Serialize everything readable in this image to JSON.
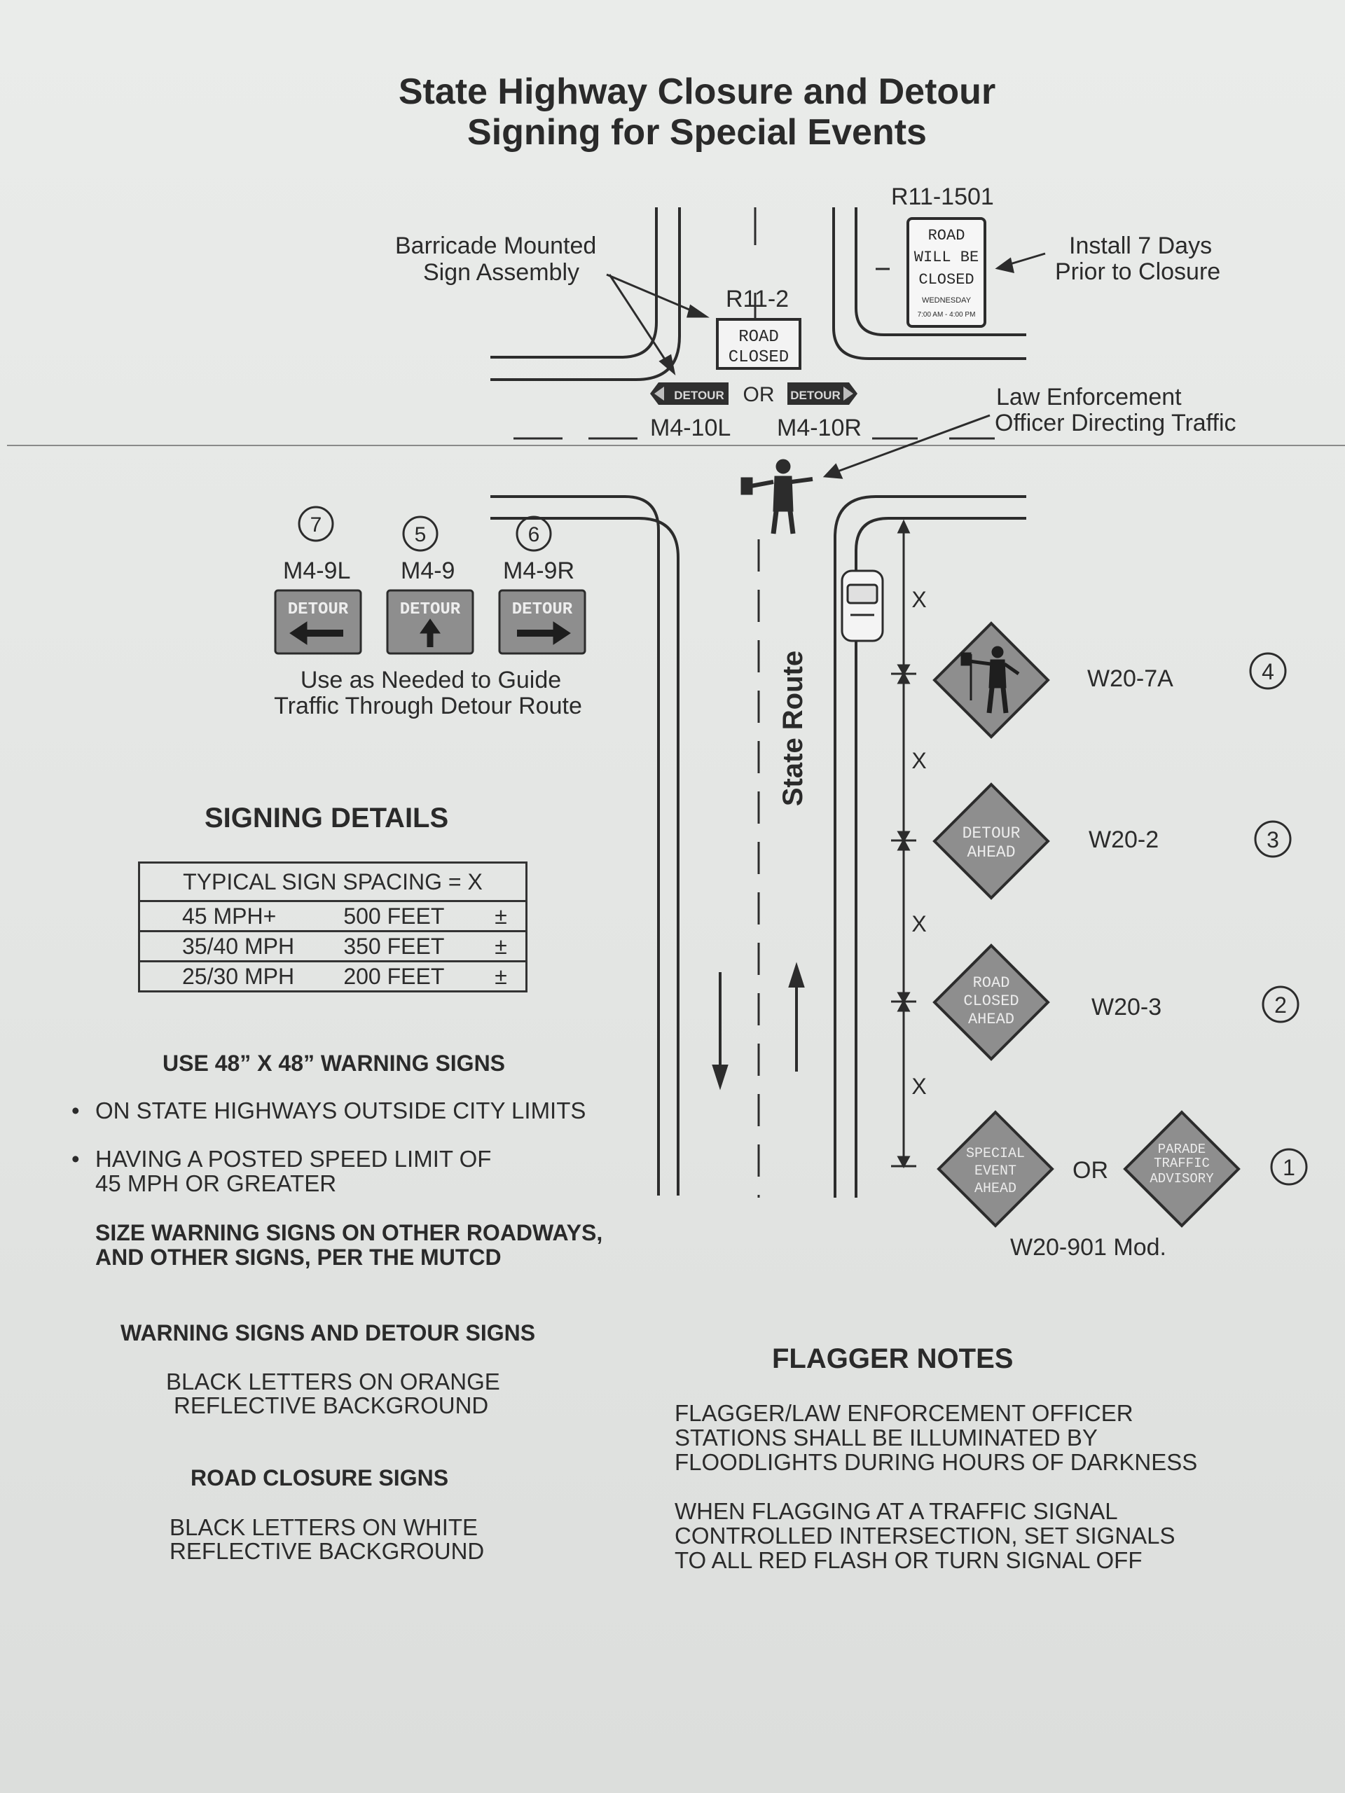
{
  "title": {
    "line1": "State Highway Closure and Detour",
    "line2": "Signing for Special Events"
  },
  "top": {
    "barricade_label": [
      "Barricade Mounted",
      "Sign Assembly"
    ],
    "r11_2_code": "R11-2",
    "r11_2_sign": [
      "ROAD",
      "CLOSED"
    ],
    "r11_1501_code": "R11-1501",
    "r11_1501_sign": [
      "ROAD",
      "WILL BE",
      "CLOSED"
    ],
    "r11_1501_small": [
      "WEDNESDAY",
      "7:00 AM - 4:00 PM"
    ],
    "install_note": [
      "Install 7 Days",
      "Prior to Closure"
    ],
    "detour_plate": "DETOUR",
    "or": "OR",
    "m4_10l": "M4-10L",
    "m4_10r": "M4-10R",
    "officer_label": [
      "Law Enforcement",
      "Officer Directing Traffic"
    ]
  },
  "detour_signs": {
    "items": [
      {
        "num": "7",
        "code": "M4-9L",
        "text": "DETOUR",
        "arrow": "arrow-left"
      },
      {
        "num": "5",
        "code": "M4-9",
        "text": "DETOUR",
        "arrow": "arrow-up"
      },
      {
        "num": "6",
        "code": "M4-9R",
        "text": "DETOUR",
        "arrow": "arrow-right"
      }
    ],
    "note": [
      "Use as Needed to Guide",
      "Traffic Through Detour Route"
    ]
  },
  "road": {
    "name": "State Route",
    "spacing_label": "X"
  },
  "warning_signs": [
    {
      "code": "W20-7A",
      "num": "4",
      "symbol": "flagger-icon"
    },
    {
      "code": "W20-2",
      "num": "3",
      "text": [
        "DETOUR",
        "AHEAD"
      ]
    },
    {
      "code": "W20-3",
      "num": "2",
      "text": [
        "ROAD",
        "CLOSED",
        "AHEAD"
      ]
    },
    {
      "code": "W20-901 Mod.",
      "num": "1",
      "text": [
        "SPECIAL",
        "EVENT",
        "AHEAD"
      ],
      "alt_text": [
        "PARADE",
        "TRAFFIC",
        "ADVISORY"
      ],
      "or": "OR"
    }
  ],
  "signing_details": {
    "heading": "SIGNING DETAILS",
    "table_header": "TYPICAL SIGN SPACING = X",
    "rows": [
      {
        "speed": "45 MPH+",
        "distance": "500 FEET",
        "pm": "±"
      },
      {
        "speed": "35/40 MPH",
        "distance": "350 FEET",
        "pm": "±"
      },
      {
        "speed": "25/30 MPH",
        "distance": "200 FEET",
        "pm": "±"
      }
    ],
    "use_heading": "USE 48” X 48” WARNING SIGNS",
    "bullet1": "ON STATE HIGHWAYS OUTSIDE CITY LIMITS",
    "bullet2": [
      "HAVING A POSTED SPEED LIMIT OF",
      "45 MPH OR GREATER"
    ],
    "size_note": [
      "SIZE WARNING SIGNS ON OTHER ROADWAYS,",
      "AND OTHER SIGNS, PER THE MUTCD"
    ],
    "warn_detour_heading": "WARNING SIGNS AND DETOUR SIGNS",
    "warn_detour_body": [
      "BLACK LETTERS ON ORANGE",
      "REFLECTIVE BACKGROUND"
    ],
    "closure_heading": "ROAD CLOSURE SIGNS",
    "closure_body": [
      "BLACK LETTERS ON WHITE",
      "REFLECTIVE BACKGROUND"
    ]
  },
  "flagger_notes": {
    "heading": "FLAGGER NOTES",
    "para1": [
      "FLAGGER/LAW ENFORCEMENT OFFICER",
      "STATIONS SHALL BE ILLUMINATED BY",
      "FLOODLIGHTS DURING HOURS OF DARKNESS"
    ],
    "para2": [
      "WHEN FLAGGING AT A TRAFFIC SIGNAL",
      "CONTROLLED INTERSECTION, SET SIGNALS",
      "TO ALL RED FLASH OR TURN SIGNAL OFF"
    ]
  },
  "colors": {
    "ink": "#2a2a2a",
    "sign_fill": "#8e8e8e",
    "sign_border": "#2c2c2c",
    "paper": "#e6e8e6"
  }
}
